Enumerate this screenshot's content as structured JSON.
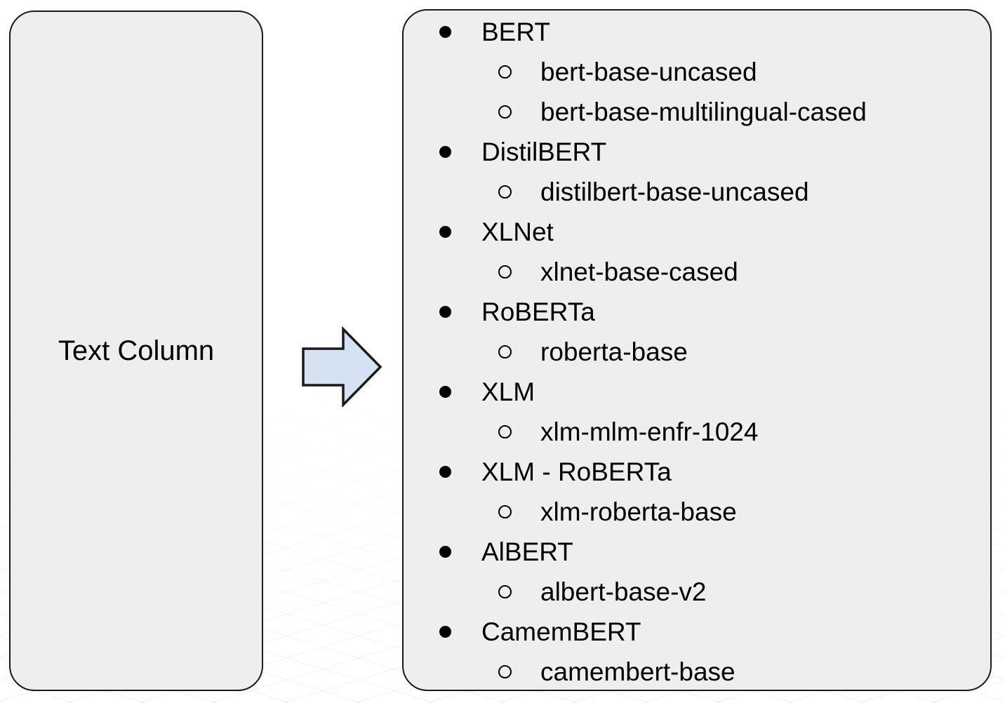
{
  "left_panel": {
    "label": "Text Column"
  },
  "arrow": {
    "meaning": "maps-to-arrow"
  },
  "model_list": {
    "groups": [
      {
        "family": "BERT",
        "models": [
          "bert-base-uncased",
          "bert-base-multilingual-cased"
        ]
      },
      {
        "family": "DistilBERT",
        "models": [
          "distilbert-base-uncased"
        ]
      },
      {
        "family": "XLNet",
        "models": [
          "xlnet-base-cased"
        ]
      },
      {
        "family": "RoBERTa",
        "models": [
          "roberta-base"
        ]
      },
      {
        "family": "XLM",
        "models": [
          "xlm-mlm-enfr-1024"
        ]
      },
      {
        "family": "XLM - RoBERTa",
        "models": [
          "xlm-roberta-base"
        ]
      },
      {
        "family": "AlBERT",
        "models": [
          "albert-base-v2"
        ]
      },
      {
        "family": "CamemBERT",
        "models": [
          "camembert-base"
        ]
      }
    ]
  },
  "colors": {
    "box_fill": "#eeeeee",
    "box_border": "#1a1a1a",
    "arrow_fill": "#d4e2f1",
    "arrow_stroke": "#1a1a1a",
    "text_color": "#000000"
  }
}
